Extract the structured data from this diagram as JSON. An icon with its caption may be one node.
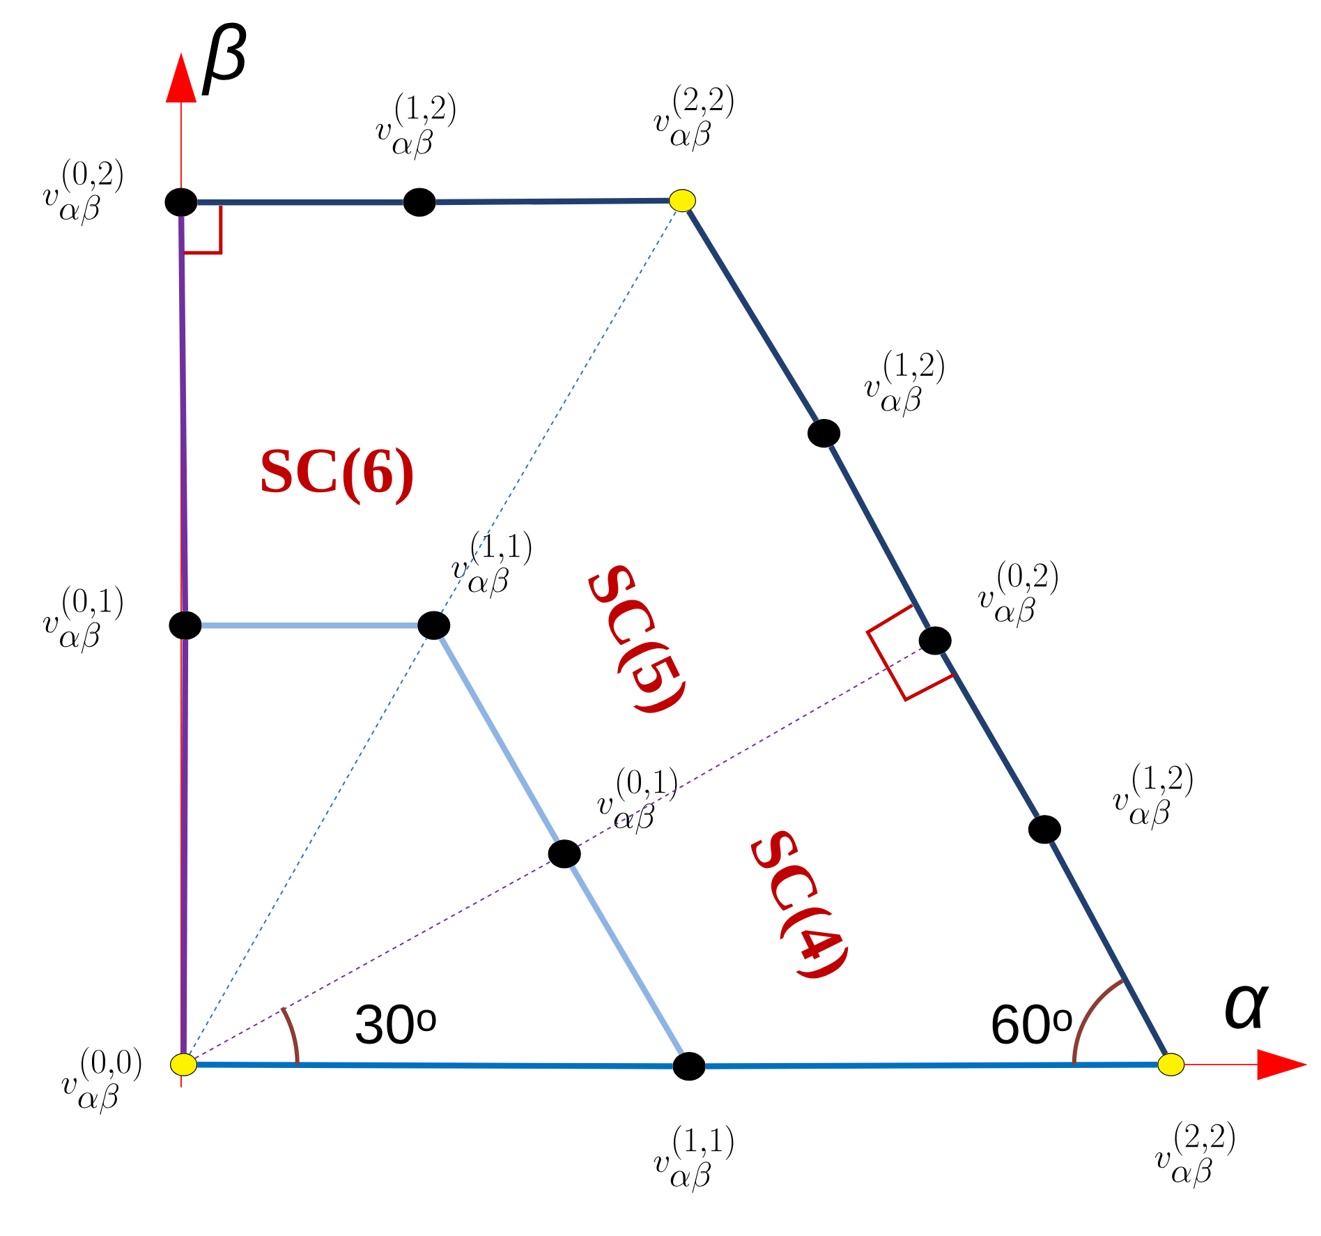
{
  "diagram": {
    "nodes": [
      {
        "text": [
          "v_{\\alpha\\beta}^{(0,2)}"
        ]
      },
      {
        "text": [
          "v_{\\alpha\\beta}^{(1,2)}"
        ]
      },
      {
        "text": [
          "v_{\\alpha\\beta}^{(2,2)}"
        ]
      },
      {
        "text": [
          "v_{\\alpha\\beta}^{(1,2)}"
        ]
      },
      {
        "text": [
          "v_{\\alpha\\beta}^{(0,1)}"
        ]
      },
      {
        "text": [
          "v_{\\alpha\\beta}^{(1,1)}"
        ]
      },
      {
        "text": [
          "v_{\\alpha\\beta}^{(0,2)}"
        ]
      },
      {
        "text": [
          "v_{\\alpha\\beta}^{(1,2)}"
        ]
      },
      {
        "text": [
          "v_{\\alpha\\beta}^{(0,1)}"
        ]
      },
      {
        "text": [
          "v_{\\alpha\\beta}^{(0,0)}"
        ]
      },
      {
        "text": [
          "v_{\\alpha\\beta}^{(1,1)}"
        ]
      },
      {
        "text": [
          "v_{\\alpha\\beta}^{(2,2)}"
        ]
      }
    ],
    "edges": [
      {
        "from": 0,
        "to": 1,
        "arrow": "none"
      },
      {
        "from": 1,
        "to": 2,
        "arrow": "none"
      },
      {
        "from": 2,
        "to": 3,
        "arrow": "none"
      },
      {
        "from": 3,
        "to": 6,
        "arrow": "none"
      },
      {
        "from": 6,
        "to": 7,
        "arrow": "none"
      },
      {
        "from": 7,
        "to": 11,
        "arrow": "none"
      },
      {
        "from": 9,
        "to": 10,
        "arrow": "none",
        "color": "#0070c0"
      },
      {
        "from": 10,
        "to": 11,
        "arrow": "none",
        "color": "#0070c0"
      },
      {
        "from": 9,
        "to": 4,
        "arrow": "none",
        "color": "#7030a0"
      },
      {
        "from": 4,
        "to": 0,
        "arrow": "none",
        "color": "#7030a0"
      },
      {
        "from": 4,
        "to": 5,
        "arrow": "none",
        "color": "#8eb4e3"
      },
      {
        "from": 5,
        "to": 8,
        "arrow": "none",
        "color": "#8eb4e3"
      },
      {
        "from": 8,
        "to": 10,
        "arrow": "none",
        "color": "#8eb4e3"
      },
      {
        "from": 9,
        "to": 5,
        "arrow": "none",
        "style": "dashed",
        "color": "#2e75b6"
      },
      {
        "from": 5,
        "to": 2,
        "arrow": "none",
        "style": "dashed",
        "color": "#2e75b6"
      },
      {
        "from": 9,
        "to": 8,
        "arrow": "none",
        "style": "dashed",
        "color": "#7030a0"
      },
      {
        "from": 8,
        "to": 6,
        "arrow": "none",
        "style": "dashed",
        "color": "#7030a0"
      }
    ],
    "labels": [
      "β",
      "SC(6)",
      "SC(5)",
      "SC(4)",
      "α",
      "30$^{o}$",
      "60$^{o}$"
    ]
  }
}
